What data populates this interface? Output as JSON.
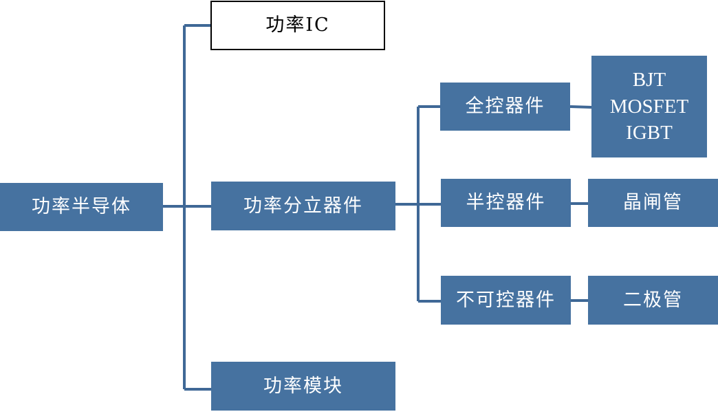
{
  "colors": {
    "node_fill": "#4672A0",
    "connector": "#3F6896",
    "highlight_fill": "#ffffff",
    "highlight_border": "#000000"
  },
  "nodes": {
    "root": "功率半导体",
    "power_ic": "功率IC",
    "discrete": "功率分立器件",
    "module": "功率模块",
    "full_control": "全控器件",
    "half_control": "半控器件",
    "uncontrolled": "不可控器件",
    "full_control_types": [
      "BJT",
      "MOSFET",
      "IGBT"
    ],
    "thyristor": "晶闸管",
    "diode": "二极管"
  }
}
